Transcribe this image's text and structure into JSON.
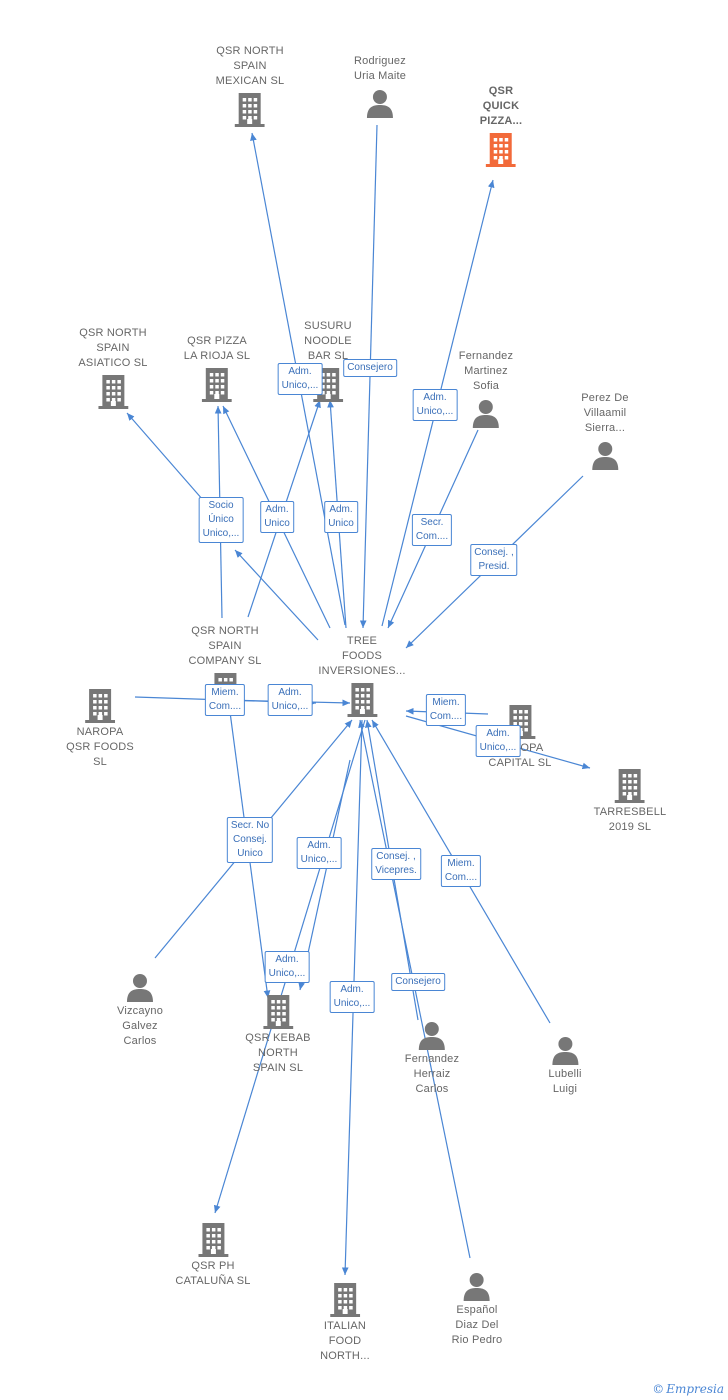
{
  "colors": {
    "edge": "#4a86d4",
    "company": "#777777",
    "person": "#777777",
    "highlight": "#f26a3a"
  },
  "nodes": [
    {
      "id": "qsr_mexican",
      "type": "company",
      "label_lines": [
        "QSR NORTH",
        "SPAIN",
        "MEXICAN  SL"
      ]
    },
    {
      "id": "rodriguez",
      "type": "person",
      "label_lines": [
        "Rodriguez",
        "Uria Maite"
      ]
    },
    {
      "id": "qsr_quick",
      "type": "company",
      "highlight": true,
      "label_lines": [
        "QSR",
        "QUICK",
        "PIZZA..."
      ]
    },
    {
      "id": "qsr_asiatico",
      "type": "company",
      "label_lines": [
        "QSR NORTH",
        "SPAIN",
        "ASIATICO  SL"
      ]
    },
    {
      "id": "qsr_rioja",
      "type": "company",
      "label_lines": [
        "QSR PIZZA",
        "LA RIOJA  SL"
      ]
    },
    {
      "id": "susuru",
      "type": "company",
      "label_lines": [
        "SUSURU",
        "NOODLE",
        "BAR  SL"
      ]
    },
    {
      "id": "fernandez_martinez",
      "type": "person",
      "label_lines": [
        "Fernandez",
        "Martinez",
        "Sofia"
      ]
    },
    {
      "id": "perez",
      "type": "person",
      "label_lines": [
        "Perez De",
        "Villaamil",
        "Sierra..."
      ]
    },
    {
      "id": "qsr_company",
      "type": "company",
      "label_lines": [
        "QSR NORTH",
        "SPAIN",
        "COMPANY  SL"
      ]
    },
    {
      "id": "tree",
      "type": "company",
      "label_lines": [
        "TREE",
        "FOODS",
        "INVERSIONES..."
      ]
    },
    {
      "id": "naropa_qsr",
      "type": "company",
      "label_lines": [
        "NAROPA",
        "QSR FOODS",
        "SL"
      ]
    },
    {
      "id": "naropa_capital",
      "type": "company",
      "label_lines": [
        "NAROPA",
        "CAPITAL SL"
      ]
    },
    {
      "id": "tarresbell",
      "type": "company",
      "label_lines": [
        "TARRESBELL",
        "2019  SL"
      ]
    },
    {
      "id": "vizcayno",
      "type": "person",
      "label_lines": [
        "Vizcayno",
        "Galvez",
        "Carlos"
      ]
    },
    {
      "id": "qsr_kebab",
      "type": "company",
      "label_lines": [
        "QSR KEBAB",
        "NORTH",
        "SPAIN  SL"
      ]
    },
    {
      "id": "fernandez_herraiz",
      "type": "person",
      "label_lines": [
        "Fernandez",
        "Herraiz",
        "Carlos"
      ]
    },
    {
      "id": "lubelli",
      "type": "person",
      "label_lines": [
        "Lubelli",
        "Luigi"
      ]
    },
    {
      "id": "qsr_ph",
      "type": "company",
      "label_lines": [
        "QSR PH",
        "CATALUÑA  SL"
      ]
    },
    {
      "id": "italian",
      "type": "company",
      "label_lines": [
        "ITALIAN",
        "FOOD",
        "NORTH..."
      ]
    },
    {
      "id": "espanol",
      "type": "person",
      "label_lines": [
        "Español",
        "Diaz Del",
        "Rio Pedro"
      ]
    }
  ],
  "edges": [
    {
      "from": "tree",
      "to": "qsr_mexican"
    },
    {
      "from": "rodriguez",
      "to": "tree"
    },
    {
      "from": "tree",
      "to": "qsr_quick"
    },
    {
      "from": "qsr_company",
      "to": "qsr_asiatico"
    },
    {
      "from": "tree",
      "to": "qsr_asiatico"
    },
    {
      "from": "qsr_company",
      "to": "qsr_rioja"
    },
    {
      "from": "tree",
      "to": "qsr_rioja"
    },
    {
      "from": "qsr_company",
      "to": "susuru"
    },
    {
      "from": "tree",
      "to": "susuru"
    },
    {
      "from": "fernandez_martinez",
      "to": "tree"
    },
    {
      "from": "perez",
      "to": "tree"
    },
    {
      "from": "naropa_qsr",
      "to": "tree"
    },
    {
      "from": "qsr_company",
      "to": "tree"
    },
    {
      "from": "naropa_capital",
      "to": "tree"
    },
    {
      "from": "tree",
      "to": "tarresbell"
    },
    {
      "from": "vizcayno",
      "to": "tree"
    },
    {
      "from": "qsr_company",
      "to": "qsr_kebab"
    },
    {
      "from": "tree",
      "to": "qsr_kebab"
    },
    {
      "from": "fernandez_herraiz",
      "to": "tree"
    },
    {
      "from": "lubelli",
      "to": "tree"
    },
    {
      "from": "tree",
      "to": "qsr_ph"
    },
    {
      "from": "tree",
      "to": "italian"
    },
    {
      "from": "espanol",
      "to": "tree"
    }
  ],
  "relations": [
    {
      "id": "r1",
      "lines": [
        "Adm.",
        "Unico,..."
      ]
    },
    {
      "id": "r2",
      "lines": [
        "Consejero"
      ]
    },
    {
      "id": "r3",
      "lines": [
        "Adm.",
        "Unico,..."
      ]
    },
    {
      "id": "r4",
      "lines": [
        "Socio",
        "Único",
        "Unico,..."
      ]
    },
    {
      "id": "r5",
      "lines": [
        "Adm.",
        "Unico"
      ]
    },
    {
      "id": "r6",
      "lines": [
        "Adm.",
        "Unico"
      ]
    },
    {
      "id": "r7",
      "lines": [
        "Secr.",
        "Com...."
      ]
    },
    {
      "id": "r8",
      "lines": [
        "Consej. ,",
        "Presid."
      ]
    },
    {
      "id": "r9",
      "lines": [
        "Miem.",
        "Com...."
      ]
    },
    {
      "id": "r10",
      "lines": [
        "Adm.",
        "Unico,..."
      ]
    },
    {
      "id": "r11",
      "lines": [
        "Miem.",
        "Com...."
      ]
    },
    {
      "id": "r12",
      "lines": [
        "Adm.",
        "Unico,..."
      ]
    },
    {
      "id": "r13",
      "lines": [
        "Secr.  No",
        "Consej.",
        "Unico"
      ]
    },
    {
      "id": "r14",
      "lines": [
        "Adm.",
        "Unico,..."
      ]
    },
    {
      "id": "r15",
      "lines": [
        "Consej. ,",
        "Vicepres."
      ]
    },
    {
      "id": "r16",
      "lines": [
        "Miem.",
        "Com...."
      ]
    },
    {
      "id": "r17",
      "lines": [
        "Adm.",
        "Unico,..."
      ]
    },
    {
      "id": "r18",
      "lines": [
        "Adm.",
        "Unico,..."
      ]
    },
    {
      "id": "r19",
      "lines": [
        "Consejero"
      ]
    }
  ],
  "brand": {
    "symbol": "©",
    "name": "Empresia"
  }
}
